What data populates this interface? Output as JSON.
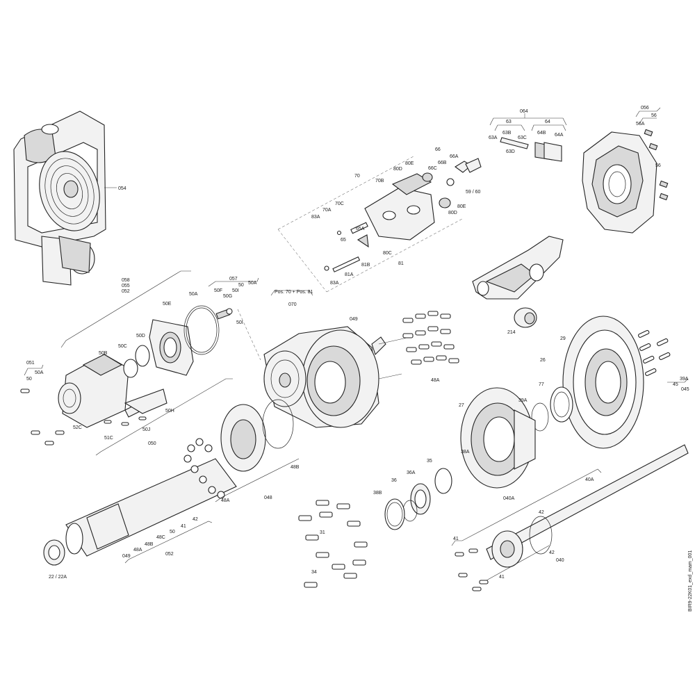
{
  "drawing_id": "BIR9-22K01_exd_mam_001",
  "labels": {
    "l064": "064",
    "l63": "63",
    "l64": "64",
    "l63B": "63B",
    "l63A": "63A",
    "l63C": "63C",
    "l63D": "63D",
    "l64B": "64B",
    "l64A": "64A",
    "l056": "056",
    "l56": "56",
    "l56A": "56A",
    "l56b": "56",
    "l054": "054",
    "l70": "70",
    "l66": "66",
    "l80E": "80E",
    "l66A": "66A",
    "l80D": "80D",
    "l66B": "66B",
    "l66C": "66C",
    "l70B": "70B",
    "l5960": "59 / 60",
    "l80Eb": "80E",
    "l80Db": "80D",
    "l70C": "70C",
    "l70A": "70A",
    "l83A": "83A",
    "l65A": "65A",
    "l65": "65",
    "l80C": "80C",
    "l81B": "81B",
    "l81": "81",
    "l81A": "81A",
    "l83Ab": "83A",
    "lpos": "Pos. 70 + Pos. 81",
    "l070": "070",
    "l214": "214",
    "l058": "058",
    "l055": "055",
    "l052": "052",
    "l057": "057",
    "l50": "50",
    "l50A": "50A",
    "l50F": "50F",
    "l50G": "50G",
    "l50I": "50I",
    "l50Ib": "50I",
    "l50Ac": "50A",
    "l50E": "50E",
    "l50D": "50D",
    "l50C": "50C",
    "l50B": "50B",
    "l50H": "50H",
    "l50J": "50J",
    "l51C": "51C",
    "l52C": "52C",
    "l050": "050",
    "l051": "051",
    "l50Ab": "50A",
    "l50b": "50",
    "l049": "049",
    "l48A": "48A",
    "l48B": "48B",
    "l048": "048",
    "l48Ab": "48A",
    "l29": "29",
    "l26": "26",
    "l77": "77",
    "l39A": "39A",
    "l45": "45",
    "l39Ab": "39A",
    "l045": "045",
    "l27": "27",
    "l38A": "38A",
    "l35": "35",
    "l36A": "36A",
    "l36": "36",
    "l38B": "38B",
    "l40A": "40A",
    "l040A": "040A",
    "l42": "42",
    "l41": "41",
    "l42b": "42",
    "l040": "040",
    "l41b": "41",
    "l31": "31",
    "l34": "34",
    "l22": "22 / 22A",
    "l42c": "42",
    "l41c": "41",
    "l50c": "50",
    "l48C": "48C",
    "l48B2": "48B",
    "l48A2": "48A",
    "l049b": "049",
    "l052b": "052"
  },
  "colors": {
    "line": "#222222",
    "fill": "#f2f2f2",
    "shade": "#d9d9d9",
    "background": "#ffffff"
  }
}
